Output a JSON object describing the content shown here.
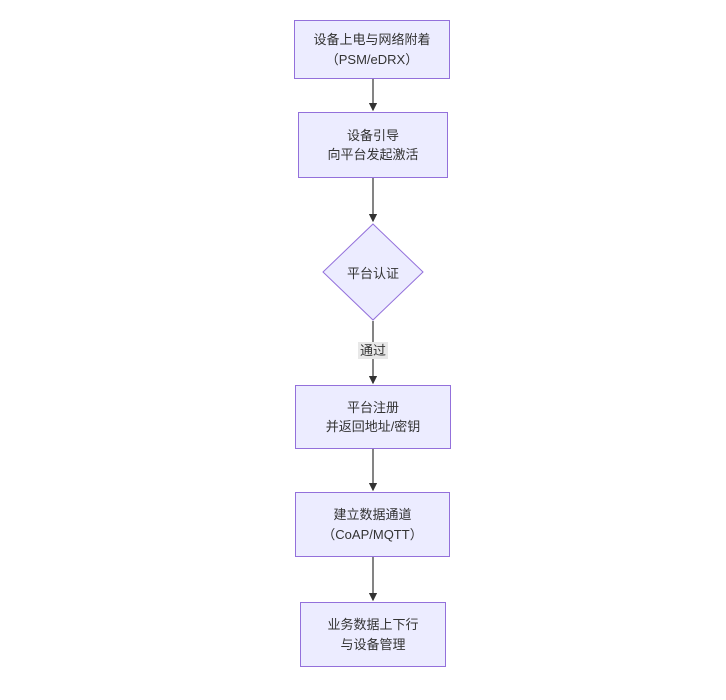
{
  "diagram": {
    "type": "flowchart",
    "direction": "top-down",
    "colors": {
      "node_fill": "#ECECFF",
      "node_border": "#9370DB",
      "text": "#333333",
      "edge": "#333333",
      "edge_label_bg": "#e8e8e8",
      "background": "#ffffff"
    },
    "nodes": [
      {
        "id": "power-attach",
        "shape": "rect",
        "line1": "设备上电与网络附着",
        "line2": "（PSM/eDRX）"
      },
      {
        "id": "bootstrap",
        "shape": "rect",
        "line1": "设备引导",
        "line2": "向平台发起激活"
      },
      {
        "id": "platform-auth",
        "shape": "diamond",
        "line1": "平台认证",
        "line2": ""
      },
      {
        "id": "register",
        "shape": "rect",
        "line1": "平台注册",
        "line2": "并返回地址/密钥"
      },
      {
        "id": "data-channel",
        "shape": "rect",
        "line1": "建立数据通道",
        "line2": "（CoAP/MQTT）"
      },
      {
        "id": "business",
        "shape": "rect",
        "line1": "业务数据上下行",
        "line2": "与设备管理"
      }
    ],
    "edges": [
      {
        "from": "power-attach",
        "to": "bootstrap",
        "label": ""
      },
      {
        "from": "bootstrap",
        "to": "platform-auth",
        "label": ""
      },
      {
        "from": "platform-auth",
        "to": "register",
        "label": "通过"
      },
      {
        "from": "register",
        "to": "data-channel",
        "label": ""
      },
      {
        "from": "data-channel",
        "to": "business",
        "label": ""
      }
    ]
  }
}
